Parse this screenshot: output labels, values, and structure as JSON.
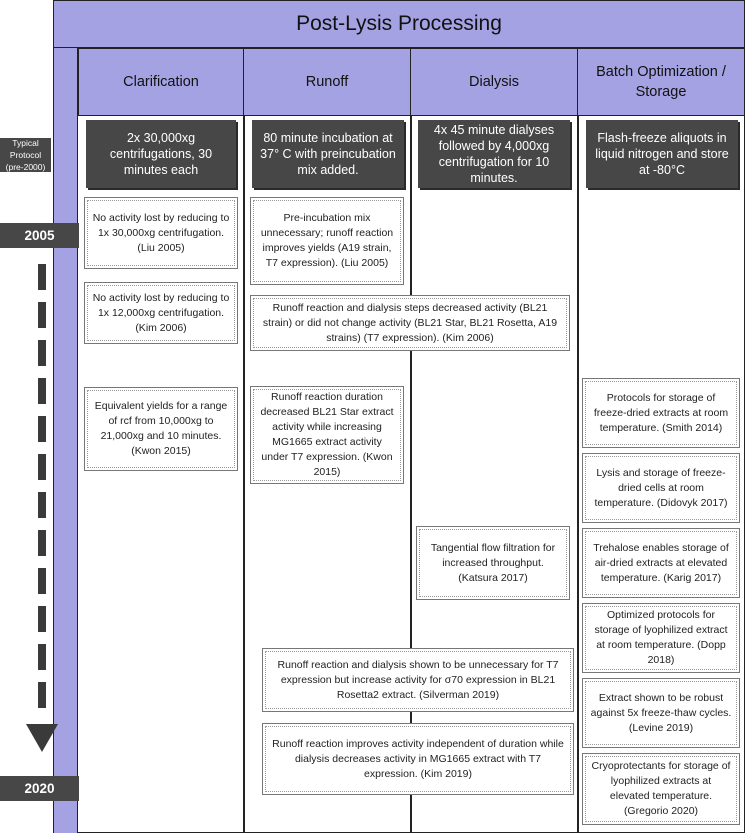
{
  "title": "Post-Lysis Processing",
  "columns": [
    "Clarification",
    "Runoff",
    "Dialysis",
    "Batch Optimization / Storage"
  ],
  "timeline": {
    "typical_label": "Typical Protocol (pre-2000)",
    "start_year": "2005",
    "end_year": "2020"
  },
  "typical_protocol": {
    "clarification": "2x 30,000xg centrifugations, 30 minutes each",
    "runoff": "80 minute incubation at 37° C with preincubation mix added.",
    "dialysis": "4x 45 minute dialyses followed by 4,000xg centrifugation for 10 minutes.",
    "storage": "Flash-freeze aliquots in liquid nitrogen and store at -80°C"
  },
  "notes": {
    "liu_clar": "No activity lost by reducing to 1x 30,000xg centrifugation.  (Liu 2005)",
    "liu_runoff": "Pre-incubation mix unnecessary; runoff reaction improves yields (A19 strain, T7 expression). (Liu 2005)",
    "kim2006_clar": "No activity lost by reducing to 1x 12,000xg centrifugation. (Kim 2006)",
    "kim2006_runoff": "Runoff reaction and dialysis steps decreased activity (BL21 strain) or did not change activity (BL21 Star, BL21 Rosetta, A19 strains) (T7 expression). (Kim 2006)",
    "kwon_clar": "Equivalent yields for a range of rcf from 10,000xg to 21,000xg and 10 minutes. (Kwon 2015)",
    "kwon_runoff": "Runoff reaction duration decreased BL21 Star extract activity while increasing MG1665 extract activity under T7 expression. (Kwon 2015)",
    "smith": "Protocols for storage of freeze-dried extracts at room temperature. (Smith 2014)",
    "didovyk": "Lysis and storage of freeze-dried cells at room temperature. (Didovyk 2017)",
    "katsura": "Tangential flow filtration for increased throughput. (Katsura 2017)",
    "karig": "Trehalose enables storage of air-dried extracts at elevated temperature. (Karig 2017)",
    "dopp": "Optimized protocols for storage of lyophilized extract at room temperature. (Dopp 2018)",
    "silverman": "Runoff reaction and dialysis shown to be unnecessary for T7 expression but increase activity for σ70 expression in BL21 Rosetta2 extract. (Silverman 2019)",
    "levine": "Extract shown to be robust against 5x freeze-thaw cycles. (Levine 2019)",
    "kim2019": "Runoff reaction improves activity independent of duration while dialysis decreases activity in MG1665 extract with T7 expression. (Kim 2019)",
    "gregorio": "Cryoprotectants for storage of lyophilized extracts at elevated temperature. (Gregorio 2020)"
  }
}
